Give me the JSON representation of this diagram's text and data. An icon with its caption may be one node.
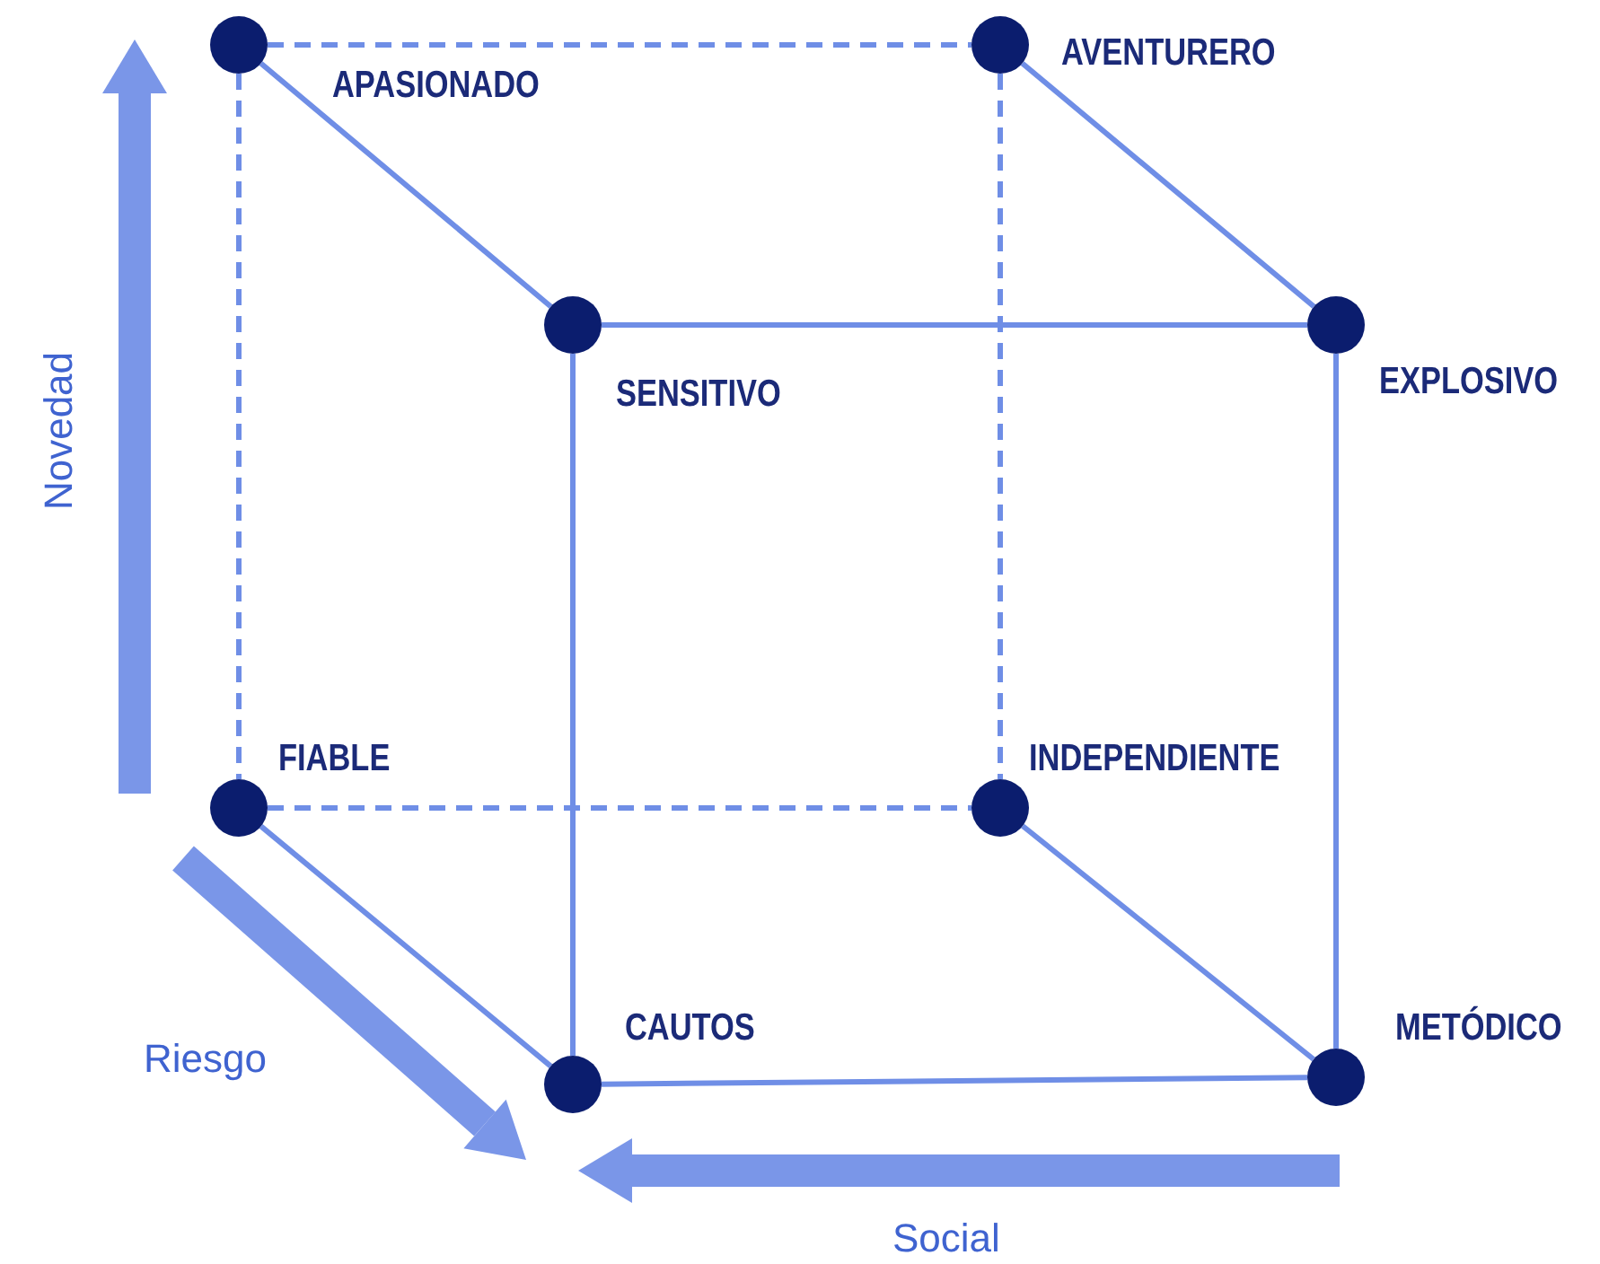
{
  "diagram": {
    "nodes": [
      {
        "text": [],
        "shape": "circle",
        "beside": [
          "APASIONADO"
        ]
      },
      {
        "text": [],
        "shape": "circle",
        "beside": [
          "AVENTURERO"
        ]
      },
      {
        "text": [],
        "shape": "circle",
        "beside": [
          "SENSITIVO"
        ]
      },
      {
        "text": [],
        "shape": "circle",
        "beside": [
          "EXPLOSIVO"
        ]
      },
      {
        "text": [],
        "shape": "circle",
        "beside": [
          "FIABLE"
        ]
      },
      {
        "text": [],
        "shape": "circle",
        "beside": [
          "INDEPENDIENTE"
        ]
      },
      {
        "text": [],
        "shape": "circle",
        "beside": [
          "CAUTOS"
        ]
      },
      {
        "text": [],
        "shape": "circle",
        "beside": [
          "METÓDICO"
        ]
      }
    ],
    "edges": [
      {
        "from": 0,
        "to": 1,
        "arrow": "none",
        "style": "dashed"
      },
      {
        "from": 0,
        "to": 2,
        "arrow": "none"
      },
      {
        "from": 0,
        "to": 4,
        "arrow": "none",
        "style": "dashed"
      },
      {
        "from": 1,
        "to": 3,
        "arrow": "none"
      },
      {
        "from": 1,
        "to": 5,
        "arrow": "none",
        "style": "dashed"
      },
      {
        "from": 2,
        "to": 3,
        "arrow": "none"
      },
      {
        "from": 2,
        "to": 6,
        "arrow": "none"
      },
      {
        "from": 3,
        "to": 7,
        "arrow": "none"
      },
      {
        "from": 4,
        "to": 5,
        "arrow": "none",
        "style": "dashed"
      },
      {
        "from": 4,
        "to": 6,
        "arrow": "none"
      },
      {
        "from": 5,
        "to": 7,
        "arrow": "none"
      },
      {
        "from": 6,
        "to": 7,
        "arrow": "none"
      }
    ],
    "labels": [
      "Novedad",
      "Riesgo",
      "Social"
    ]
  }
}
